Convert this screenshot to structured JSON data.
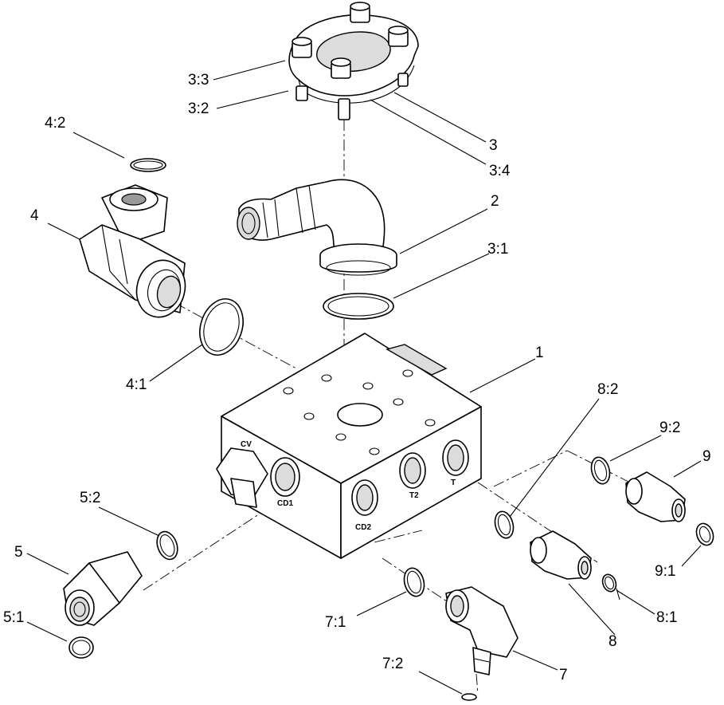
{
  "callouts": {
    "c1": "1",
    "c2": "2",
    "c3": "3",
    "c3_1": "3:1",
    "c3_2": "3:2",
    "c3_3": "3:3",
    "c3_4": "3:4",
    "c4": "4",
    "c4_1": "4:1",
    "c4_2": "4:2",
    "c5": "5",
    "c5_1": "5:1",
    "c5_2": "5:2",
    "c7": "7",
    "c7_1": "7:1",
    "c7_2": "7:2",
    "c8": "8",
    "c8_1": "8:1",
    "c8_2": "8:2",
    "c9": "9",
    "c9_1": "9:1",
    "c9_2": "9:2"
  },
  "port_labels": {
    "cv": "CV",
    "cd1": "CD1",
    "cd2": "CD2",
    "t2": "T2",
    "t": "T"
  }
}
